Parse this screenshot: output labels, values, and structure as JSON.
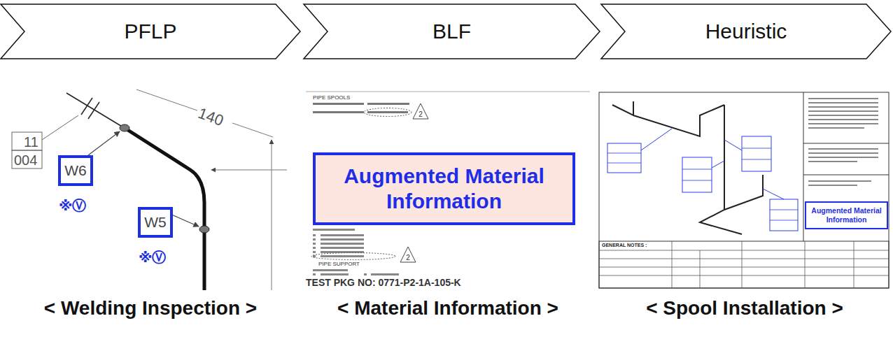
{
  "diagram": {
    "nodes": [
      {
        "text": [
          "PFLP"
        ]
      },
      {
        "text": [
          "BLF"
        ]
      },
      {
        "text": [
          "Heuristic"
        ]
      },
      {
        "text": [
          "W6"
        ]
      },
      {
        "text": [
          "W5"
        ]
      },
      {
        "text": [
          "Augmented Material Information"
        ]
      },
      {
        "text": [
          "Augmented Material Information"
        ]
      }
    ],
    "labels": [
      "11",
      "004",
      "140",
      "※Ⓥ",
      "※Ⓥ",
      "PIPE SPOOLS",
      "2",
      "2",
      "PIPE SUPPORT",
      "TEST PKG NO: 0771-P2-1A-105-K",
      "GENERAL NOTES :",
      "< Welding Inspection >",
      "< Material Information >",
      "< Spool Installation >"
    ]
  }
}
